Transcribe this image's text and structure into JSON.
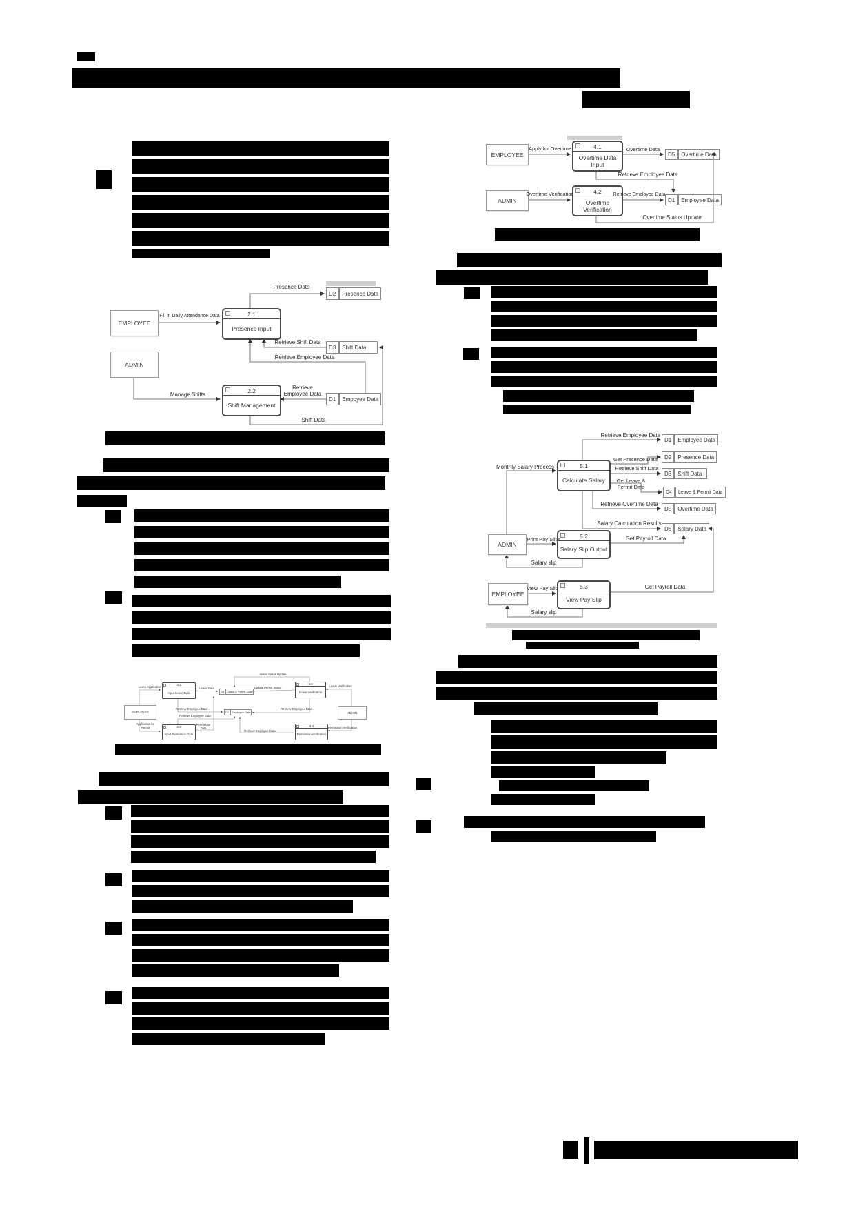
{
  "dfd_attendance": {
    "entity_employee": "EMPLOYEE",
    "entity_admin": "ADMIN",
    "process_1_number": "2.1",
    "process_1_name": "Presence Input",
    "process_2_number": "2.2",
    "process_2_name": "Shift Management",
    "store_d2_id": "D2",
    "store_d2_name": "Presence Data",
    "store_d3_id": "D3",
    "store_d3_name": "Shift Data",
    "store_d1_id": "D1",
    "store_d1_name": "Empoyee Data",
    "flow_presence_data": "Presence Data",
    "flow_fill_attendance": "Fill in Daily Attendance Data",
    "flow_retrieve_shift": "Retrieve Shift Data",
    "flow_retrieve_employee": "Retrieve Employee Data",
    "flow_manage_shifts": "Manage Shifts",
    "flow_retrieve_employee_2": "Retrieve Employee Data",
    "flow_shift_data": "Shift Data"
  },
  "dfd_leave_permission": {
    "entity_employee": "EMPLOYEE",
    "entity_admin": "ADMIN",
    "process_31_number": "3.1",
    "process_31_name": "Input Leave Data",
    "process_32_number": "3.2",
    "process_32_name": "Leave Verification",
    "process_33_number": "3.3",
    "process_33_name": "Input Permission Data",
    "process_34_number": "3.4",
    "process_34_name": "Permission Verification",
    "store_d4_id": "D4",
    "store_d4_name": "Leave & Permit Data",
    "store_d1_id": "D1",
    "store_d1_name": "Employee Data",
    "flow_leave_application": "Leave Application",
    "flow_leave_data": "Leave Data",
    "flow_update_permit_status": "Update Permit Status",
    "flow_leave_status_update": "Leave Status Update",
    "flow_leave_verification": "Leave Verification",
    "flow_retrieve_employee_1": "Retrieve Employee Data",
    "flow_retrieve_employee_2": "Retrieve Employee Data",
    "flow_retrieve_employee_3": "Retrieve Employee Data",
    "flow_retrieve_employee_4": "Retrieve Employee Data",
    "flow_application_for_permit": "Application for Permit",
    "flow_permission_data": "Permission Data",
    "flow_permission_verification": "Permission Verification"
  },
  "dfd_overtime": {
    "entity_employee": "EMPLOYEE",
    "entity_admin": "ADMIN",
    "process_41_number": "4.1",
    "process_41_name": "Overtime Data Input",
    "process_42_number": "4.2",
    "process_42_name": "Overtime Verification",
    "store_d5_id": "D5",
    "store_d5_name": "Overtime Data",
    "store_d1_id": "D1",
    "store_d1_name": "Employee Data",
    "flow_apply_overtime": "Apply for Overtime",
    "flow_overtime_data": "Overtime Data",
    "flow_retrieve_employee_1": "Retrieve Employee Data",
    "flow_overtime_verification": "Overtime Verification",
    "flow_retrieve_employee_2": "Retrieve Employee Data",
    "flow_overtime_status_update": "Overtime Status Update"
  },
  "dfd_payroll": {
    "entity_employee": "EMPLOYEE",
    "entity_admin": "ADMIN",
    "process_51_number": "5.1",
    "process_51_name": "Calculate Salary",
    "process_52_number": "5.2",
    "process_52_name": "Salary Slip Output",
    "process_53_number": "5.3",
    "process_53_name": "View Pay Slip",
    "store_d1_id": "D1",
    "store_d1_name": "Employee Data",
    "store_d2_id": "D2",
    "store_d2_name": "Presence Data",
    "store_d3_id": "D3",
    "store_d3_name": "Shift Data",
    "store_d4_id": "D4",
    "store_d4_name": "Leave & Permit Data",
    "store_d5_id": "D5",
    "store_d5_name": "Overtime Data",
    "store_d6_id": "D6",
    "store_d6_name": "Salary Data",
    "flow_monthly_salary_process": "Monthly Salary Process",
    "flow_retrieve_employee": "Retrieve Employee Data",
    "flow_get_presence": "Get Presence Data",
    "flow_retrieve_shift": "Retrieve Shift Data",
    "flow_get_leave_permit": "Get Leave & Permit Data",
    "flow_retrieve_overtime": "Retrieve Overtime Data",
    "flow_salary_calc_results": "Salary Calculation Results",
    "flow_print_pay_slips": "Print Pay Slips",
    "flow_get_payroll_1": "Get Payroll Data",
    "flow_salary_slip_1": "Salary slip",
    "flow_view_pay_slip": "View Pay Slip",
    "flow_get_payroll_2": "Get Payroll Data",
    "flow_salary_slip_2": "Salary slip"
  }
}
